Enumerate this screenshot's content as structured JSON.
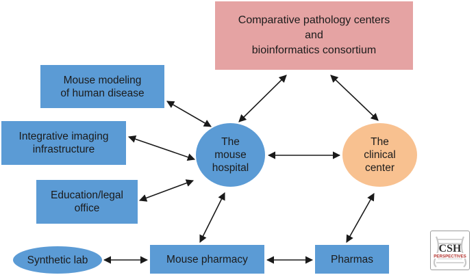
{
  "nodes": {
    "consortium": "Comparative pathology centers\nand\nbioinformatics consortium",
    "modeling": "Mouse modeling\nof human disease",
    "imaging": "Integrative imaging\ninfrastructure",
    "education": "Education/legal\noffice",
    "synthetic": "Synthetic lab",
    "hospital": "The\nmouse\nhospital",
    "clinical": "The\nclinical\ncenter",
    "pharmacy": "Mouse pharmacy",
    "pharmas": "Pharmas"
  },
  "logo": {
    "text": "CSH",
    "subtext": "PERSPECTIVES"
  },
  "colors": {
    "box_blue": "#5b9bd5",
    "box_pink": "#e5a3a3",
    "clinical_peach": "#f8c190",
    "arrow": "#1a1a1a"
  }
}
